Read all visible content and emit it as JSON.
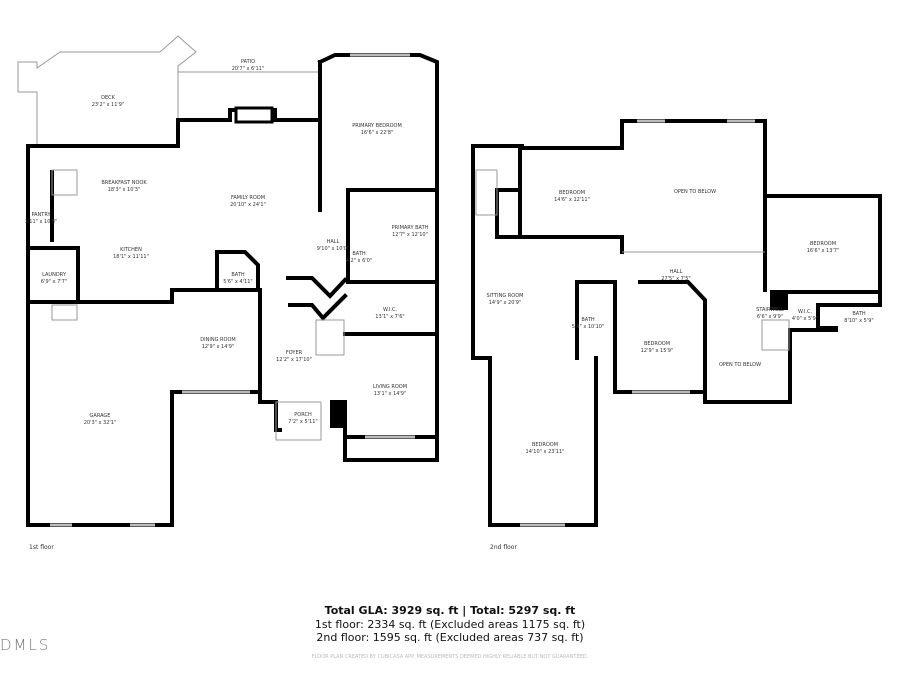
{
  "floor1": {
    "label": "1st floor",
    "rooms": {
      "deck": {
        "name": "DECK",
        "size": "23'2\" x 11'9\""
      },
      "patio": {
        "name": "PATIO",
        "size": "20'7\" x 6'11\""
      },
      "primary_bedroom": {
        "name": "PRIMARY BEDROOM",
        "size": "16'6\" x 22'8\""
      },
      "breakfast_nook": {
        "name": "BREAKFAST NOOK",
        "size": "18'3\" x 10'3\""
      },
      "family_room": {
        "name": "FAMILY ROOM",
        "size": "20'10\" x 24'1\""
      },
      "pantry": {
        "name": "PANTRY",
        "size": "3'11\" x 10'8\""
      },
      "kitchen": {
        "name": "KITCHEN",
        "size": "18'1\" x 11'11\""
      },
      "hall": {
        "name": "HALL",
        "size": "9'10\" x 10'0\""
      },
      "bath_primary_small": {
        "name": "BATH",
        "size": "4'2\" x 6'0\""
      },
      "primary_bath": {
        "name": "PRIMARY BATH",
        "size": "12'7\" x 12'10\""
      },
      "half_bath": {
        "name": "BATH",
        "size": "5'6\" x 4'11\""
      },
      "laundry": {
        "name": "LAUNDRY",
        "size": "6'9\" x 7'7\""
      },
      "wic": {
        "name": "W.I.C.",
        "size": "13'1\" x 7'6\""
      },
      "dining_room": {
        "name": "DINING ROOM",
        "size": "12'9\" x 14'9\""
      },
      "foyer": {
        "name": "FOYER",
        "size": "12'2\" x 17'10\""
      },
      "living_room": {
        "name": "LIVING ROOM",
        "size": "13'1\" x 14'9\""
      },
      "garage": {
        "name": "GARAGE",
        "size": "20'3\" x 32'1\""
      },
      "porch": {
        "name": "PORCH",
        "size": "7'2\" x 5'11\""
      }
    }
  },
  "floor2": {
    "label": "2nd floor",
    "rooms": {
      "sitting_room": {
        "name": "SITTING ROOM",
        "size": "14'9\" x 20'9\""
      },
      "bedroom_nw": {
        "name": "BEDROOM",
        "size": "14'6\" x 12'11\""
      },
      "open_below_1": {
        "name": "OPEN TO BELOW"
      },
      "bedroom_e": {
        "name": "BEDROOM",
        "size": "16'6\" x 13'7\""
      },
      "hall": {
        "name": "HALL",
        "size": "27'5\" x 7'5\""
      },
      "bath_1": {
        "name": "BATH",
        "size": "5'4\" x 10'10\""
      },
      "bedroom_mid": {
        "name": "BEDROOM",
        "size": "12'9\" x 15'9\""
      },
      "stairwell": {
        "name": "STAIRWELL",
        "size": "6'6\" x 9'9\""
      },
      "wic": {
        "name": "W.I.C.",
        "size": "4'0\" x 5'9\""
      },
      "bath_2": {
        "name": "BATH",
        "size": "8'10\" x 5'9\""
      },
      "open_below_2": {
        "name": "OPEN TO BELOW"
      },
      "bedroom_s": {
        "name": "BEDROOM",
        "size": "14'10\" x 23'11\""
      }
    }
  },
  "summary": {
    "total": "Total GLA: 3929 sq. ft | Total: 5297 sq. ft",
    "floor1": "1st floor: 2334 sq. ft (Excluded areas 1175 sq. ft)",
    "floor2": "2nd floor: 1595 sq. ft (Excluded areas 737 sq. ft)",
    "disclaimer": "FLOOR PLAN CREATED BY CUBICASA APP. MEASUREMENTS DEEMED HIGHLY RELIABLE BUT NOT GUARANTEED."
  },
  "logo": "DMLS"
}
